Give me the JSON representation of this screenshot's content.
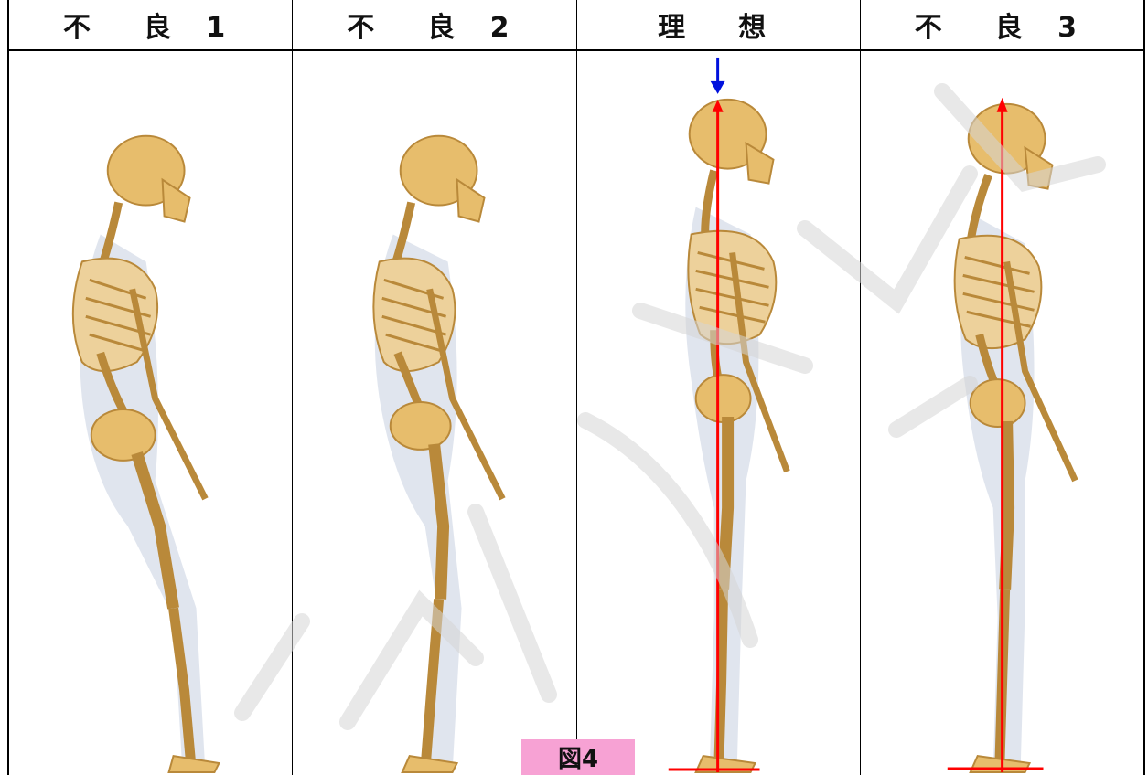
{
  "columns": [
    {
      "label": "不　良 1",
      "posture": "bad-1"
    },
    {
      "label": "不　良 2",
      "posture": "bad-2"
    },
    {
      "label": "理　想",
      "posture": "ideal"
    },
    {
      "label": "不　良 3",
      "posture": "bad-3"
    }
  ],
  "figure_label": "図4",
  "colors": {
    "bone": "#e7bd6c",
    "bone_dark": "#b9893a",
    "shadow": "#c7cfe0",
    "plumb_line": "#ff0000",
    "head_arrow": "#0011dd",
    "figure_label_bg": "#f7a2d4"
  },
  "icons": {
    "skeleton": "skeleton-side-view-icon",
    "plumb": "plumb-line-icon",
    "arrow": "downward-arrow-icon"
  }
}
